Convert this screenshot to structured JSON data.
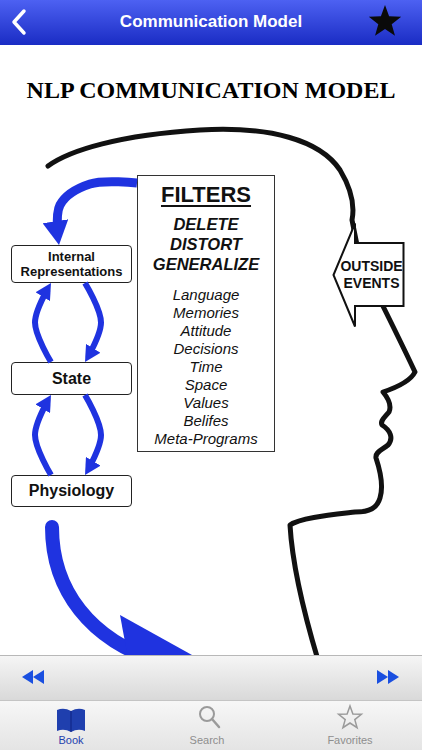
{
  "diagram": {
    "title": "NLP COMMUNICATION MODEL",
    "nodes": [
      {
        "text": [
          "FILTERS",
          "DELETE DISTORT GENERALIZE",
          "Language Memories Attitude Decisions Time Space Values Belifes Meta-Programs"
        ]
      },
      {
        "text": [
          "Internal Representations"
        ]
      },
      {
        "text": [
          "State"
        ]
      },
      {
        "text": [
          "Physiology"
        ]
      },
      {
        "text": [
          "OUTSIDE EVENTS"
        ]
      }
    ],
    "edges": [
      {
        "from": 0,
        "to": 1,
        "arrow": "to"
      },
      {
        "from": 1,
        "to": 2,
        "arrow": "to"
      },
      {
        "from": 2,
        "to": 1,
        "arrow": "to"
      },
      {
        "from": 2,
        "to": 3,
        "arrow": "to"
      },
      {
        "from": 3,
        "to": 2,
        "arrow": "to"
      }
    ],
    "labels": [
      "Communication Model",
      "Book",
      "Search",
      "Favorites"
    ]
  }
}
